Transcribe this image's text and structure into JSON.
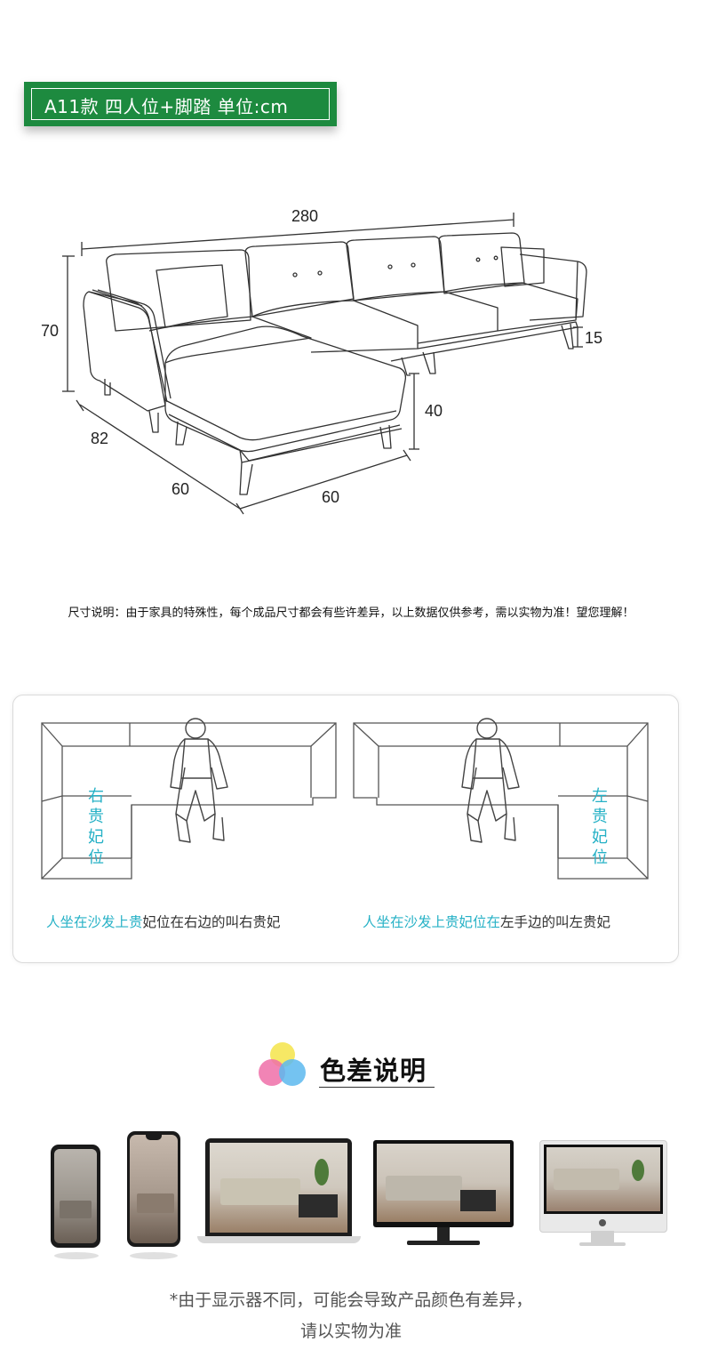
{
  "header": {
    "label": "A11款  四人位+脚踏 单位:cm"
  },
  "dimensions": {
    "width": "280",
    "height": "70",
    "leg": "15",
    "depth": "82",
    "seat_height": "40",
    "chaise_side": "60",
    "chaise_front": "60"
  },
  "size_note": "尺寸说明：由于家具的特殊性，每个成品尺寸都会有些许差异，以上数据仅供参考，需以实物为准！望您理解！",
  "orientation": {
    "left_diagram": {
      "vertical_label": [
        "右",
        "贵",
        "妃",
        "位"
      ],
      "caption_teal": "人坐在沙发上贵",
      "caption_dark": "妃位在右边的叫右贵妃"
    },
    "right_diagram": {
      "vertical_label": [
        "左",
        "贵",
        "妃",
        "位"
      ],
      "caption_teal": "人坐在沙发上贵妃位在",
      "caption_dark": "左手边的叫左贵妃"
    }
  },
  "color_section": {
    "title": "色差说明",
    "footnote_line1": "*由于显示器不同，可能会导致产品颜色有差异，",
    "footnote_line2": "请以实物为准"
  },
  "colors": {
    "header_green": "#1d8a3f",
    "accent_teal": "#26b1c6",
    "circle_yellow": "#f5e44a",
    "circle_pink": "#ef6fa8",
    "circle_blue": "#5cb8ee"
  }
}
